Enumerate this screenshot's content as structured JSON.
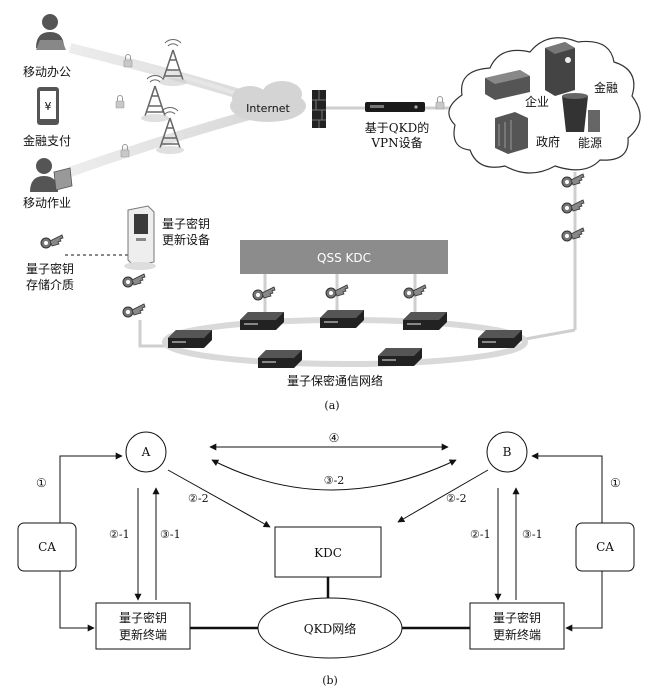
{
  "panel_a": {
    "caption": "(a)",
    "users": [
      {
        "label": "移动办公",
        "icon": "person-laptop-icon"
      },
      {
        "label": "金融支付",
        "icon": "smartphone-yen-icon"
      },
      {
        "label": "移动作业",
        "icon": "person-clipboard-icon"
      }
    ],
    "internet_label": "Internet",
    "vpn_label_line1": "基于QKD的",
    "vpn_label_line2": "VPN设备",
    "cloud_labels": {
      "enterprise": "企业",
      "finance": "金融",
      "government": "政府",
      "energy": "能源"
    },
    "storage_label_line1": "量子密钥",
    "storage_label_line2": "存储介质",
    "update_device_line1": "量子密钥",
    "update_device_line2": "更新设备",
    "kdc_label": "QSS KDC",
    "network_label": "量子保密通信网络"
  },
  "panel_b": {
    "caption": "(b)",
    "node_a": "A",
    "node_b": "B",
    "ca_left": "CA",
    "ca_right": "CA",
    "kdc": "KDC",
    "qkd_network": "QKD网络",
    "terminal_left_line1": "量子密钥",
    "terminal_left_line2": "更新终端",
    "terminal_right_line1": "量子密钥",
    "terminal_right_line2": "更新终端",
    "step_labels": {
      "ca_left": "①",
      "ca_right": "①",
      "down_left": "②-1",
      "up_left": "③-1",
      "down_right": "②-1",
      "up_right": "③-1",
      "a_to_kdc": "②-2",
      "b_to_kdc": "②-2",
      "curve": "③-2",
      "top": "④"
    }
  },
  "colors": {
    "kdc_bar": "#8c8c8c",
    "network_ring": "#d9d9d9",
    "ink": "#111111"
  }
}
